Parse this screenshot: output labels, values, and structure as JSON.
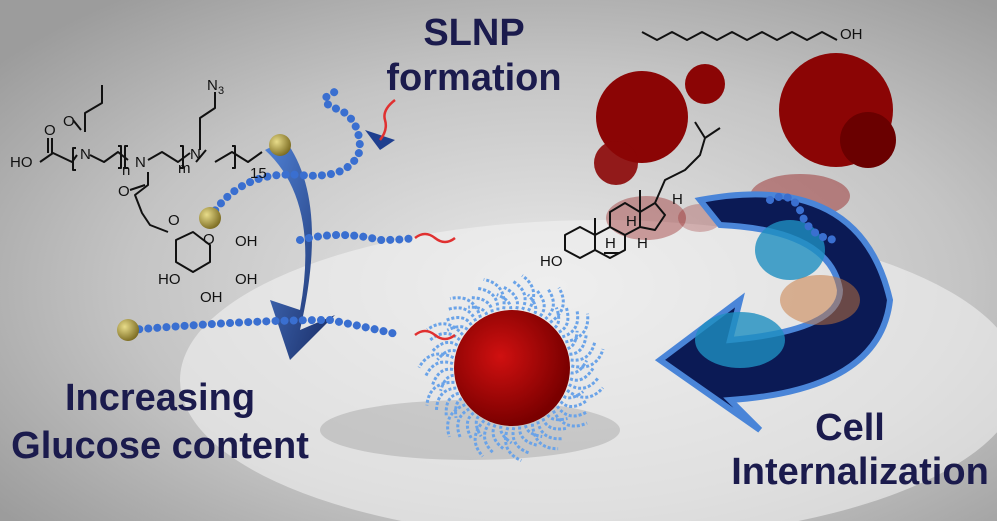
{
  "labels": {
    "slnp_line1": "SLNP",
    "slnp_line2": "formation",
    "glucose_line1": "Increasing",
    "glucose_line2": "Glucose content",
    "cell_line1": "Cell",
    "cell_line2": "Internalization"
  },
  "polymer_structure": {
    "acid_ho": "HO",
    "acid_o": "O",
    "amide_o": "O",
    "n1": "N",
    "n2": "N",
    "n3": "N",
    "azide": "N",
    "azide_sub": "3",
    "repeat_n": "n",
    "repeat_m": "m",
    "chain_15": "15",
    "linker_o": "O",
    "ether_o": "O",
    "ring_o": "O",
    "oh1": "OH",
    "oh2": "OH",
    "oh3": "OH",
    "ho4": "HO"
  },
  "alcohol_structure": {
    "oh": "OH"
  },
  "cholesterol_structure": {
    "ho": "HO",
    "h1": "H",
    "h2": "H",
    "h3": "H",
    "h4": "H"
  },
  "colors": {
    "title": "#1b1b4d",
    "particle": "#8b0000",
    "chain": "#3a6fd0",
    "arrow": "#1f3f8f"
  }
}
